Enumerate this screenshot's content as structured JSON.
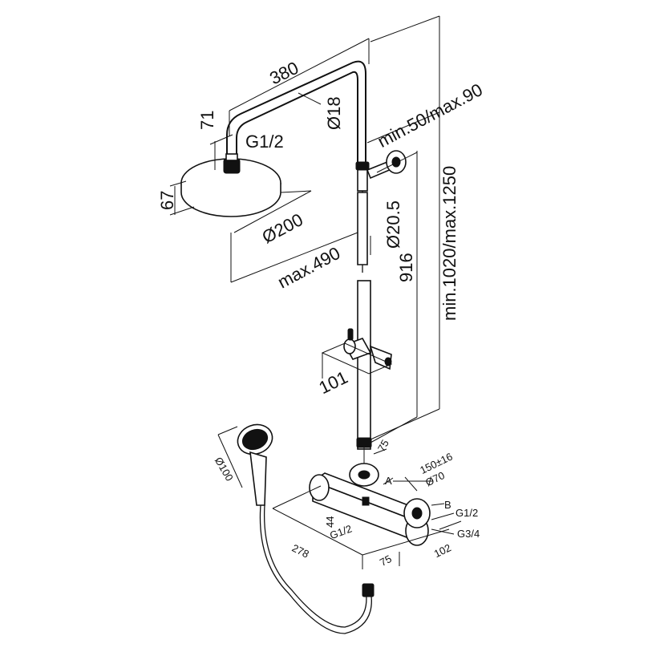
{
  "dimensions": {
    "arm_length": "380",
    "arm_diameter": "Ø18",
    "head_offset": "71",
    "head_thread": "G1/2",
    "head_height": "67",
    "head_diameter": "Ø200",
    "head_projection": "max.490",
    "arm_adjust": "min.50/max.90",
    "total_height": "min.1020/max.1250",
    "rail_diameter": "Ø20.5",
    "rail_length": "916",
    "holder_offset": "101",
    "hand_shower_diameter": "Ø100",
    "top_outlet": "75",
    "wall_distance": "150±16",
    "flange_diameter": "Ø70",
    "port_a": "A",
    "port_b": "B",
    "outlet_thread": "G1/2",
    "inlet_thread": "G3/4",
    "bottom_thread": "G1/2",
    "mixer_length": "278",
    "bottom_height": "44",
    "bottom_width": "75",
    "valve_depth": "102"
  }
}
